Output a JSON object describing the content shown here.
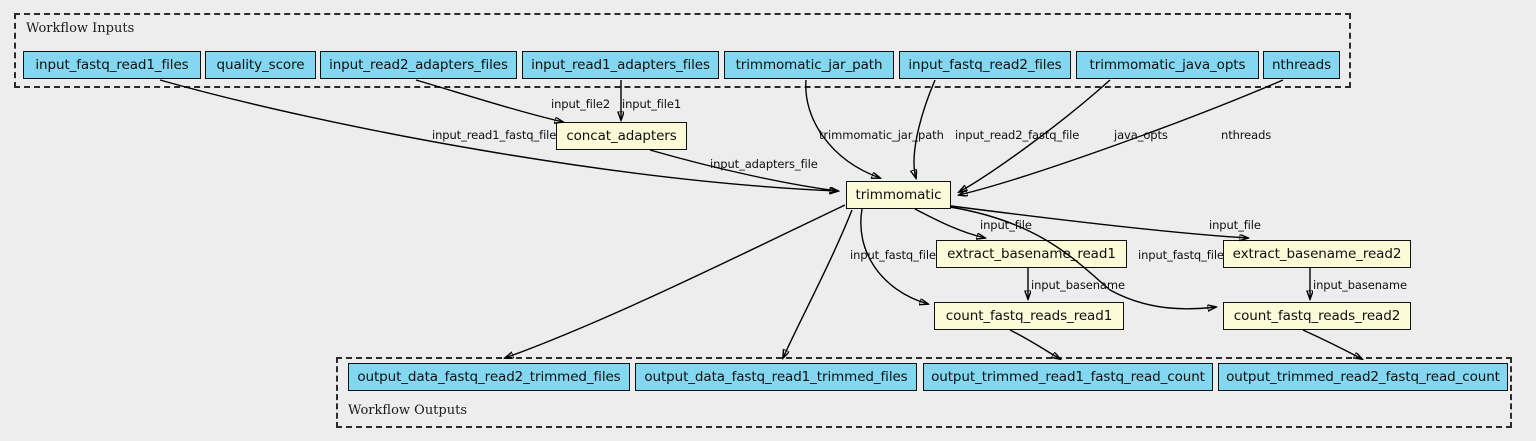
{
  "diagram": {
    "type": "workflow-graph",
    "background_color": "#ededed",
    "input_node_color": "#84d7f0",
    "step_node_color": "#fbfbd8",
    "edge_color": "#000000"
  },
  "groups": {
    "inputs": {
      "label": "Workflow Inputs"
    },
    "outputs": {
      "label": "Workflow Outputs"
    }
  },
  "input_nodes": [
    {
      "id": "input_fastq_read1_files",
      "label": "input_fastq_read1_files"
    },
    {
      "id": "quality_score",
      "label": "quality_score"
    },
    {
      "id": "input_read2_adapters_files",
      "label": "input_read2_adapters_files"
    },
    {
      "id": "input_read1_adapters_files",
      "label": "input_read1_adapters_files"
    },
    {
      "id": "trimmomatic_jar_path",
      "label": "trimmomatic_jar_path"
    },
    {
      "id": "input_fastq_read2_files",
      "label": "input_fastq_read2_files"
    },
    {
      "id": "trimmomatic_java_opts",
      "label": "trimmomatic_java_opts"
    },
    {
      "id": "nthreads",
      "label": "nthreads"
    }
  ],
  "step_nodes": [
    {
      "id": "concat_adapters",
      "label": "concat_adapters"
    },
    {
      "id": "trimmomatic",
      "label": "trimmomatic"
    },
    {
      "id": "extract_basename_read1",
      "label": "extract_basename_read1"
    },
    {
      "id": "extract_basename_read2",
      "label": "extract_basename_read2"
    },
    {
      "id": "count_fastq_reads_read1",
      "label": "count_fastq_reads_read1"
    },
    {
      "id": "count_fastq_reads_read2",
      "label": "count_fastq_reads_read2"
    }
  ],
  "output_nodes": [
    {
      "id": "output_data_fastq_read2_trimmed_files",
      "label": "output_data_fastq_read2_trimmed_files"
    },
    {
      "id": "output_data_fastq_read1_trimmed_files",
      "label": "output_data_fastq_read1_trimmed_files"
    },
    {
      "id": "output_trimmed_read1_fastq_read_count",
      "label": "output_trimmed_read1_fastq_read_count"
    },
    {
      "id": "output_trimmed_read2_fastq_read_count",
      "label": "output_trimmed_read2_fastq_read_count"
    }
  ],
  "edge_labels": [
    {
      "id": "input_file2",
      "label": "input_file2"
    },
    {
      "id": "input_file1",
      "label": "input_file1"
    },
    {
      "id": "input_read1_fastq_file",
      "label": "input_read1_fastq_file"
    },
    {
      "id": "input_adapters_file",
      "label": "input_adapters_file"
    },
    {
      "id": "trimmomatic_jar_path",
      "label": "trimmomatic_jar_path"
    },
    {
      "id": "input_read2_fastq_file",
      "label": "input_read2_fastq_file"
    },
    {
      "id": "java_opts",
      "label": "java_opts"
    },
    {
      "id": "nthreads",
      "label": "nthreads"
    },
    {
      "id": "input_file_r1",
      "label": "input_file"
    },
    {
      "id": "input_file_r2",
      "label": "input_file"
    },
    {
      "id": "input_fastq_file_r1",
      "label": "input_fastq_file"
    },
    {
      "id": "input_fastq_file_r2",
      "label": "input_fastq_file"
    },
    {
      "id": "input_basename_r1",
      "label": "input_basename"
    },
    {
      "id": "input_basename_r2",
      "label": "input_basename"
    }
  ]
}
